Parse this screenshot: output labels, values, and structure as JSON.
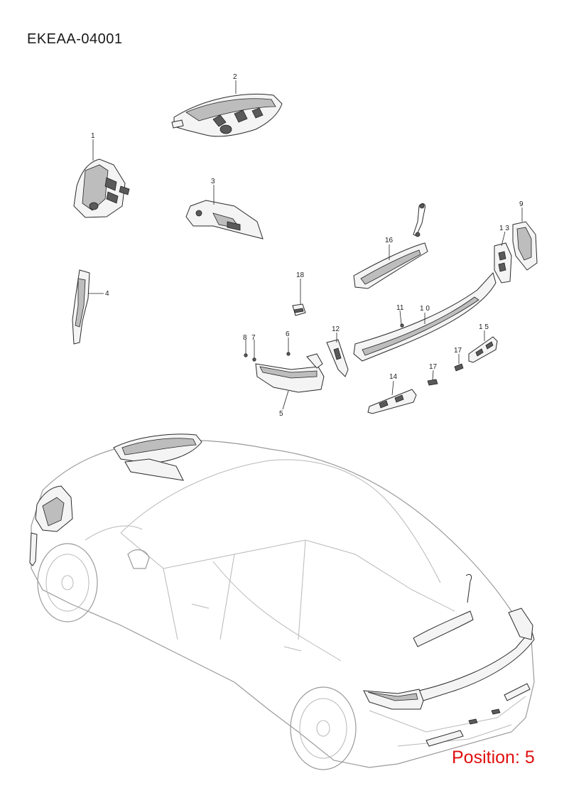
{
  "header": {
    "code": "EKEAA-04001"
  },
  "footer": {
    "position": "Position: 5"
  },
  "callouts": [
    {
      "id": "1",
      "label": "1"
    },
    {
      "id": "2",
      "label": "2"
    },
    {
      "id": "3",
      "label": "3"
    },
    {
      "id": "4",
      "label": "4"
    },
    {
      "id": "5",
      "label": "5"
    },
    {
      "id": "6",
      "label": "6"
    },
    {
      "id": "7",
      "label": "7"
    },
    {
      "id": "8",
      "label": "8"
    },
    {
      "id": "9",
      "label": "9"
    },
    {
      "id": "10",
      "label": "1 0"
    },
    {
      "id": "11",
      "label": "11"
    },
    {
      "id": "12",
      "label": "12"
    },
    {
      "id": "13",
      "label": "1 3"
    },
    {
      "id": "14",
      "label": "14"
    },
    {
      "id": "15",
      "label": "1 5"
    },
    {
      "id": "16",
      "label": "16"
    },
    {
      "id": "17a",
      "label": "17"
    },
    {
      "id": "17b",
      "label": "17"
    },
    {
      "id": "18",
      "label": "18"
    }
  ],
  "colors": {
    "position_label": "#e01010",
    "line_art": "#2a2a2a",
    "car_outline": "#b8b8b8"
  }
}
